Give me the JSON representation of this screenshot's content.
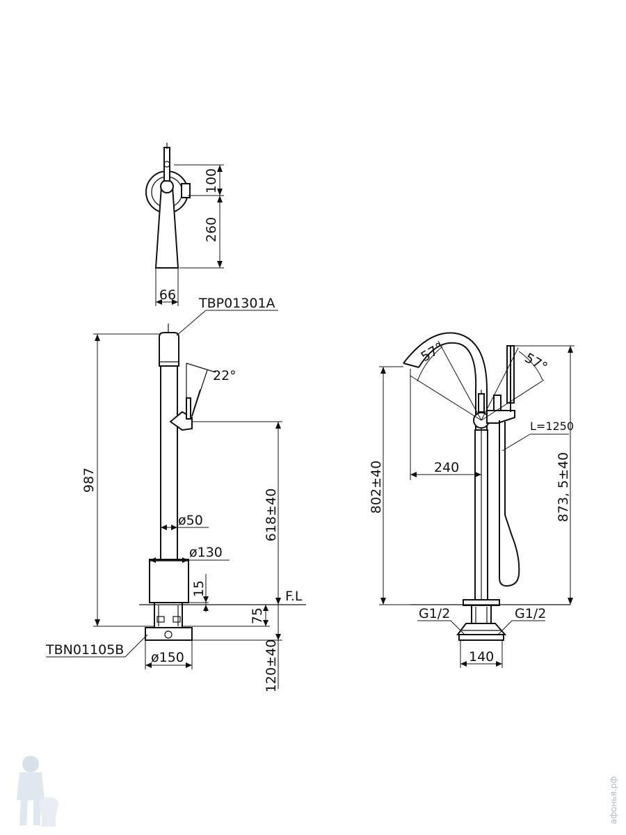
{
  "drawing": {
    "labels": {
      "handle_part": "TBP01301A",
      "base_part": "TBN01105B",
      "floor_level": "F.L",
      "inlet_left": "G1/2",
      "inlet_right": "G1/2",
      "hose_length": "L=1250"
    },
    "dimensions": {
      "top_handle_height": "100",
      "top_spout_length": "260",
      "top_width": "66",
      "total_height": "987",
      "handle_angle": "22°",
      "handle_height": "618±40",
      "pipe_diameter": "ø50",
      "cover_diameter": "ø130",
      "cover_gap": "15",
      "base_depth": "75",
      "base_diameter": "ø150",
      "base_height": "120±40",
      "spout_angle": "57°",
      "hand_shower_angle": "57°",
      "spout_reach": "240",
      "spout_height": "802±40",
      "hand_shower_height": "873, 5±40",
      "base_width": "140"
    },
    "watermark": "афонья.рф"
  }
}
